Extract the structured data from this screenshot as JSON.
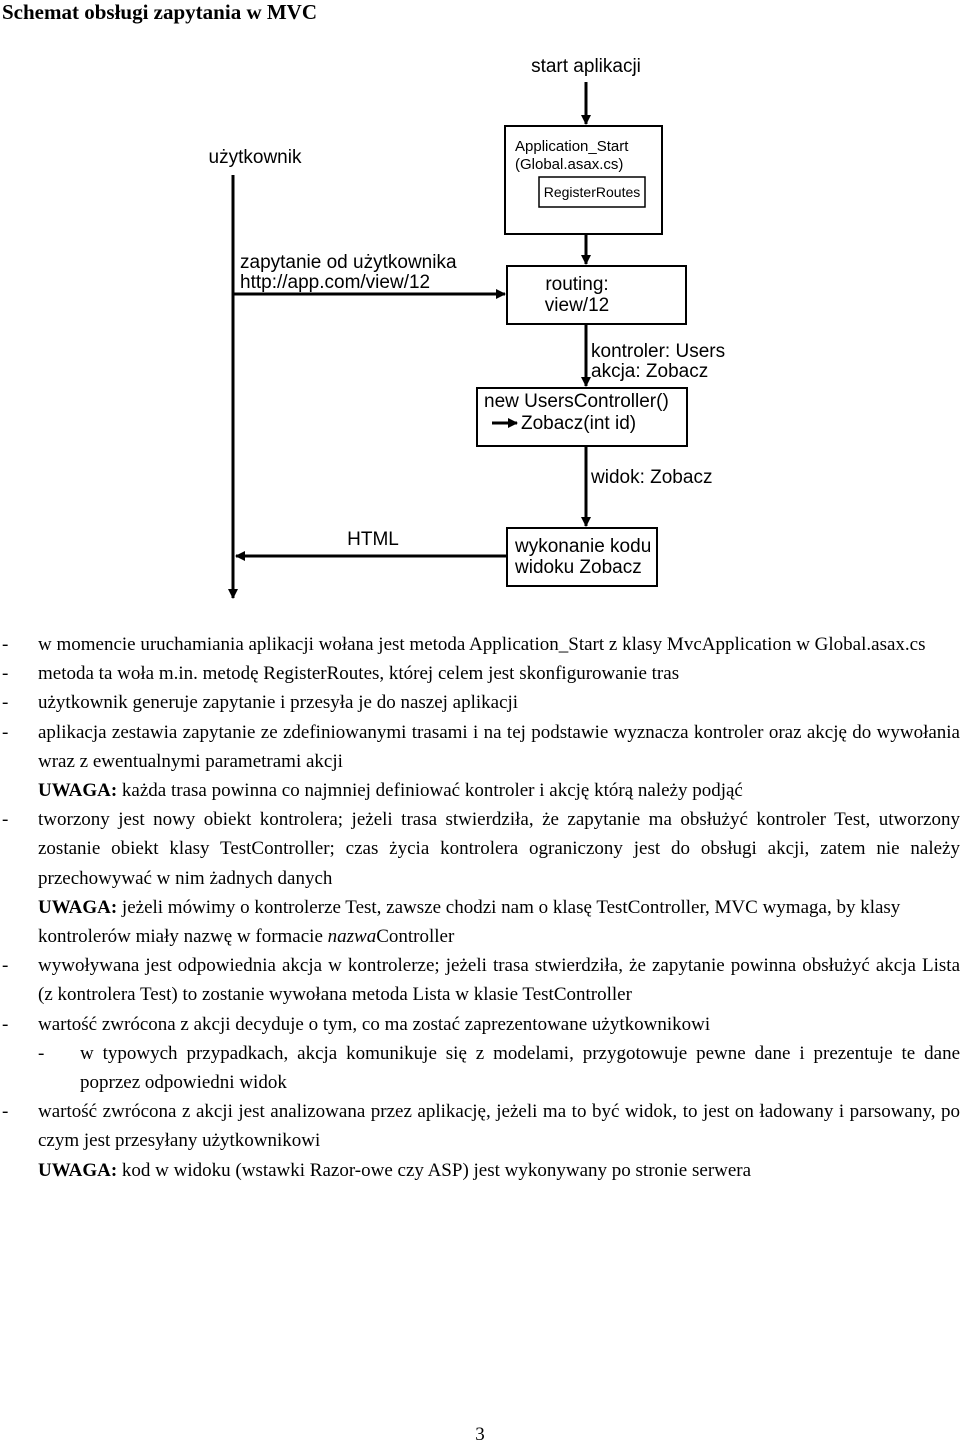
{
  "title": "Schemat obsługi zapytania w MVC",
  "diagram": {
    "start_label": "start aplikacji",
    "user_label": "użytkownik",
    "app_start_line1": "Application_Start",
    "app_start_line2": "(Global.asax.cs)",
    "register_routes": "RegisterRoutes",
    "request_line1": "zapytanie od użytkownika",
    "request_line2": "http://app.com/view/12",
    "routing_line1": "routing:",
    "routing_line2": "view/12",
    "controller_line1": "kontroler: Users",
    "controller_line2": "akcja: Zobacz",
    "new_controller_line1": "new UsersController()",
    "new_controller_line2": "Zobacz(int id)",
    "view_label": "widok: Zobacz",
    "html_label": "HTML",
    "exec_line1": "wykonanie kodu",
    "exec_line2": "widoku Zobacz"
  },
  "text": {
    "dash": "-",
    "uwaga": "UWAGA:",
    "p1": "w momencie uruchamiania aplikacji wołana jest metoda Application_Start z klasy MvcApplication w Global.asax.cs",
    "p2": "metoda ta woła m.in. metodę RegisterRoutes, której celem jest skonfigurowanie tras",
    "p3": "użytkownik generuje zapytanie i przesyła je do naszej aplikacji",
    "p4": "aplikacja zestawia zapytanie ze zdefiniowanymi trasami i na tej podstawie wyznacza kontroler oraz akcję do wywołania wraz z ewentualnymi parametrami akcji",
    "n1": "każda trasa powinna co najmniej definiować kontroler i akcję którą należy podjąć",
    "p5": "tworzony jest nowy obiekt kontrolera; jeżeli trasa stwierdziła, że zapytanie ma obsłużyć kontroler Test, utworzony zostanie obiekt klasy TestController; czas życia kontrolera ograniczony jest do obsługi akcji, zatem nie należy przechowywać w nim żadnych danych",
    "n2_a": "jeżeli mówimy o kontrolerze Test, zawsze chodzi nam o klasę TestController, MVC wymaga, by klasy kontrolerów miały nazwę w formacie ",
    "n2_italic": "nazwa",
    "n2_b": "Controller",
    "p6": "wywoływana jest odpowiednia akcja w kontrolerze; jeżeli trasa stwierdziła, że zapytanie powinna obsłużyć akcja Lista (z kontrolera Test) to zostanie wywołana metoda Lista w klasie TestController",
    "p7": "wartość zwrócona z akcji decyduje o tym, co ma zostać zaprezentowane użytkownikowi",
    "s1": "w typowych przypadkach, akcja komunikuje się z modelami, przygotowuje pewne dane i prezentuje te dane poprzez odpowiedni widok",
    "p8": "wartość zwrócona z akcji jest analizowana przez aplikację, jeżeli ma to być widok, to jest on ładowany i parsowany, po czym jest przesyłany użytkownikowi",
    "n3": "kod w widoku (wstawki Razor-owe czy ASP) jest wykonywany po stronie serwera"
  },
  "page_number": "3"
}
